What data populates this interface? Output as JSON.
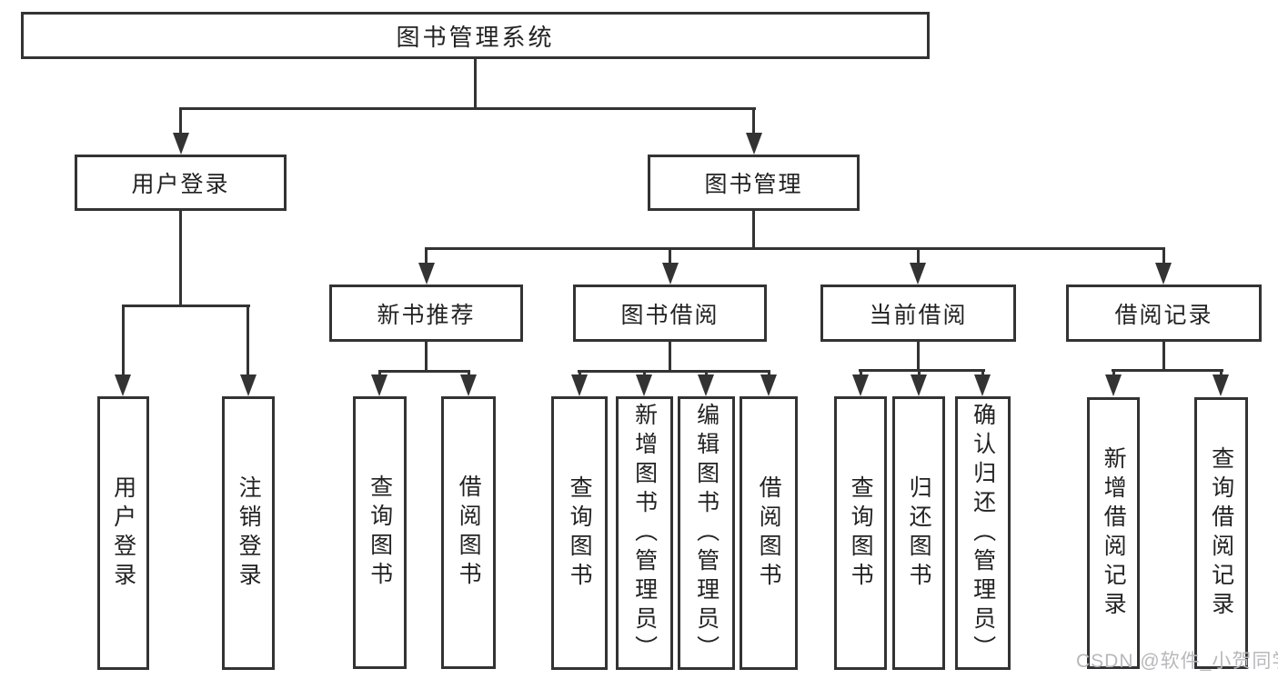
{
  "diagram": {
    "root": {
      "label": "图书管理系统"
    },
    "branches": [
      {
        "label": "用户登录",
        "children": [
          {
            "label": "用户登录"
          },
          {
            "label": "注销登录"
          }
        ]
      },
      {
        "label": "图书管理",
        "children": [
          {
            "label": "新书推荐",
            "children": [
              {
                "label": "查询图书"
              },
              {
                "label": "借阅图书"
              }
            ]
          },
          {
            "label": "图书借阅",
            "children": [
              {
                "label": "查询图书"
              },
              {
                "label": "新增图书（管理员）"
              },
              {
                "label": "编辑图书（管理员）"
              },
              {
                "label": "借阅图书"
              }
            ]
          },
          {
            "label": "当前借阅",
            "children": [
              {
                "label": "查询图书"
              },
              {
                "label": "归还图书"
              },
              {
                "label": "确认归还（管理员）"
              }
            ]
          },
          {
            "label": "借阅记录",
            "children": [
              {
                "label": "新增借阅记录"
              },
              {
                "label": "查询借阅记录"
              }
            ]
          }
        ]
      }
    ],
    "watermark": "CSDN @软件_小贺同学",
    "colors": {
      "line": "#333333",
      "text": "#222222",
      "watermark": "#b8b8bc",
      "background": "#ffffff"
    },
    "icons": {
      "arrowhead": "filled-triangle-down"
    }
  }
}
